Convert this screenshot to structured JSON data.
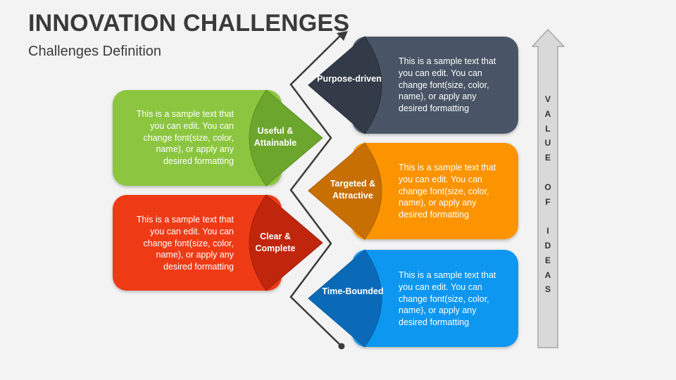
{
  "title": "INNOVATION CHALLENGES",
  "subtitle": "Challenges Definition",
  "colors": {
    "green": "#8cc641",
    "green_dark": "#6da62c",
    "red": "#ee3a17",
    "red_dark": "#c0260c",
    "slate": "#4a5566",
    "slate_dark": "#333b48",
    "orange": "#fb9406",
    "orange_dark": "#c86f04",
    "blue": "#0f97f0",
    "blue_dark": "#0b6ab8"
  },
  "left_items": [
    {
      "label": "Useful & Attainable",
      "text": "This is a sample text that you can edit. You can change font(size, color, name), or apply any desired formatting"
    },
    {
      "label": "Clear & Complete",
      "text": "This is a sample text that you can edit. You can change font(size, color, name), or apply any desired formatting"
    }
  ],
  "right_items": [
    {
      "label": "Purpose-driven",
      "text": "This is a sample text that you can edit. You can change font(size, color, name), or apply any desired formatting"
    },
    {
      "label": "Targeted & Attractive",
      "text": "This is a sample text that you can edit. You can change font(size, color, name), or apply any desired formatting"
    },
    {
      "label": "Time-Bounded",
      "text": "This is a sample text that you can edit. You can change font(size, color, name), or apply any desired formatting"
    }
  ],
  "axis_label": "VALUE OF IDEAS"
}
